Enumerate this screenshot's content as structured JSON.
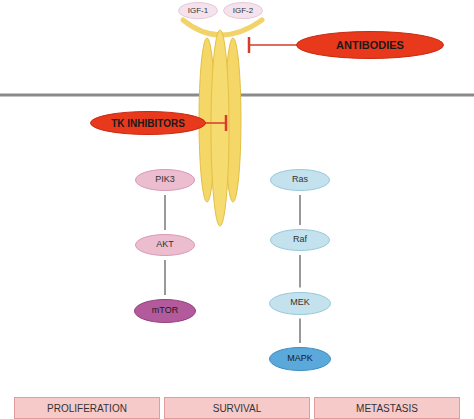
{
  "diagram": {
    "nodes": [
      {
        "text": [
          "IGF-1"
        ]
      },
      {
        "text": [
          "IGF-2"
        ]
      },
      {
        "text": [
          "ANTIBODIES"
        ]
      },
      {
        "text": [
          "TK INHIBITORS"
        ]
      },
      {
        "text": [
          "PIK3"
        ]
      },
      {
        "text": [
          "Ras"
        ]
      },
      {
        "text": [
          "AKT"
        ]
      },
      {
        "text": [
          "Raf"
        ]
      },
      {
        "text": [
          "mTOR"
        ]
      },
      {
        "text": [
          "MEK"
        ]
      },
      {
        "text": [
          "MAPK"
        ]
      },
      {
        "text": [
          "PROLIFERATION"
        ]
      },
      {
        "text": [
          "SURVIVAL"
        ]
      },
      {
        "text": [
          "METASTASIS"
        ]
      }
    ],
    "edges": [
      {
        "from": 4,
        "to": 6,
        "arrow": "none"
      },
      {
        "from": 6,
        "to": 8,
        "arrow": "none"
      },
      {
        "from": 5,
        "to": 7,
        "arrow": "none"
      },
      {
        "from": 7,
        "to": 9,
        "arrow": "none"
      },
      {
        "from": 9,
        "to": 10,
        "arrow": "none"
      }
    ]
  }
}
